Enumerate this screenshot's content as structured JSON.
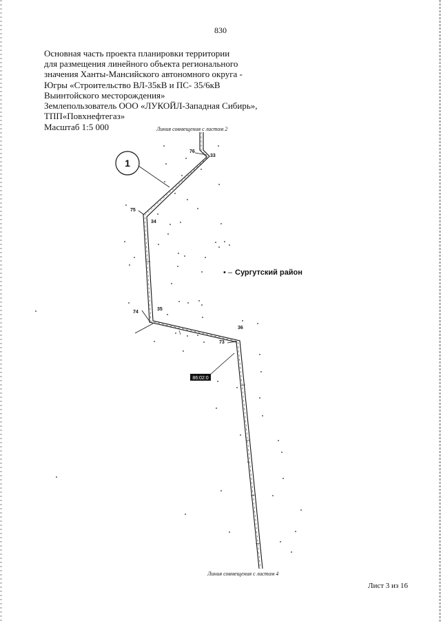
{
  "page_number": "830",
  "title_lines": [
    "Основная часть проекта планировки территории",
    "для размещения линейного объекта регионального",
    "значения Ханты-Мансийского автономного округа -",
    "Югры «Строительство ВЛ-35кВ и ПС- 35/6кВ",
    "Выинтойского месторождения»",
    "Землепользователь ООО «ЛУКОЙЛ-Западная Сибирь»,",
    "ТПП«Повхнефтегаз»"
  ],
  "scale_label": "Масштаб 1:5 000",
  "match_line_top": "Линия совмещения с листом 2",
  "match_line_bottom": "Линия совмещения с листом 4",
  "district_label": "Сургутский район",
  "callout_number": "1",
  "parcel_label": "86:02:0",
  "sheet_label": "Лист 3 из 16",
  "point_labels": {
    "p76": "76",
    "p33": "33",
    "p75": "75",
    "p34": "34",
    "p35": "35",
    "p74": "74",
    "p36": "36",
    "p73": "73"
  },
  "colors": {
    "line": "#111111",
    "background": "#ffffff"
  }
}
